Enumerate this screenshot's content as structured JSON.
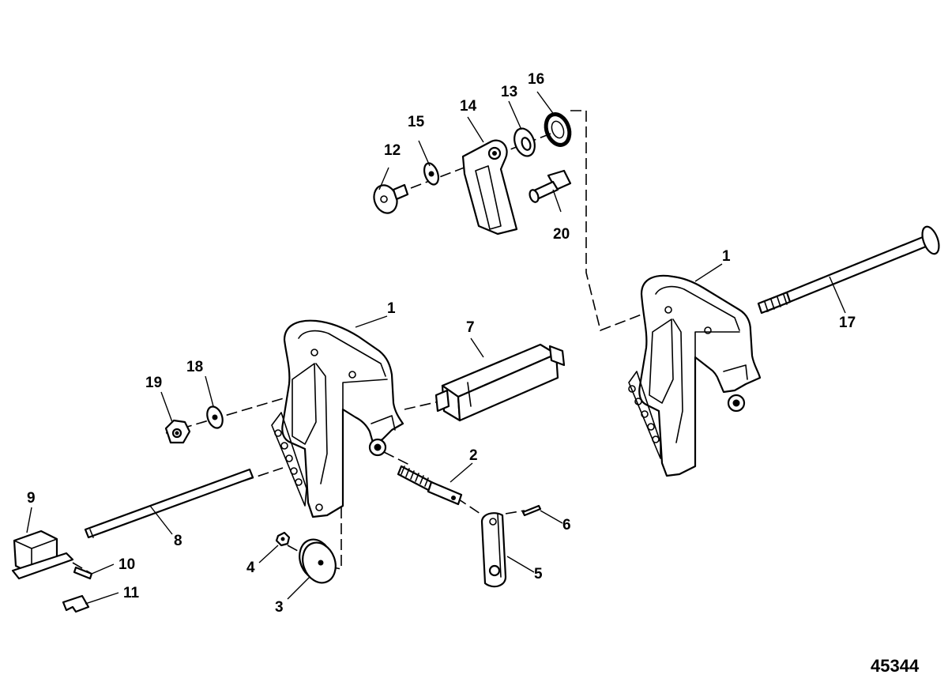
{
  "diagram": {
    "reference_number": "45344",
    "callouts": {
      "c1a": "1",
      "c1b": "1",
      "c2": "2",
      "c3": "3",
      "c4": "4",
      "c5": "5",
      "c6": "6",
      "c7": "7",
      "c8": "8",
      "c9": "9",
      "c10": "10",
      "c11": "11",
      "c12": "12",
      "c13": "13",
      "c14": "14",
      "c15": "15",
      "c16": "16",
      "c17": "17",
      "c18": "18",
      "c19": "19",
      "c20": "20"
    }
  }
}
